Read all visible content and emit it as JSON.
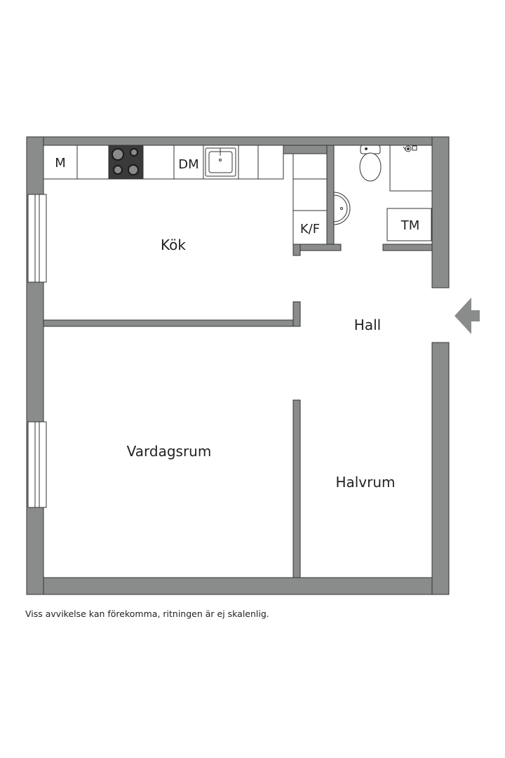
{
  "rooms": {
    "kitchen": "Kök",
    "hall": "Hall",
    "living_room": "Vardagsrum",
    "half_room": "Halvrum"
  },
  "appliances": {
    "microwave": "M",
    "dishwasher": "DM",
    "fridge_freezer": "K/F",
    "washing_machine": "TM"
  },
  "entrance_marker": "arrow-left-icon",
  "colors": {
    "wall": "#8a8c8c",
    "outline": "#333333",
    "hob": "#3a3a3a"
  },
  "disclaimer": "Viss avvikelse kan förekomma, ritningen är ej skalenlig."
}
